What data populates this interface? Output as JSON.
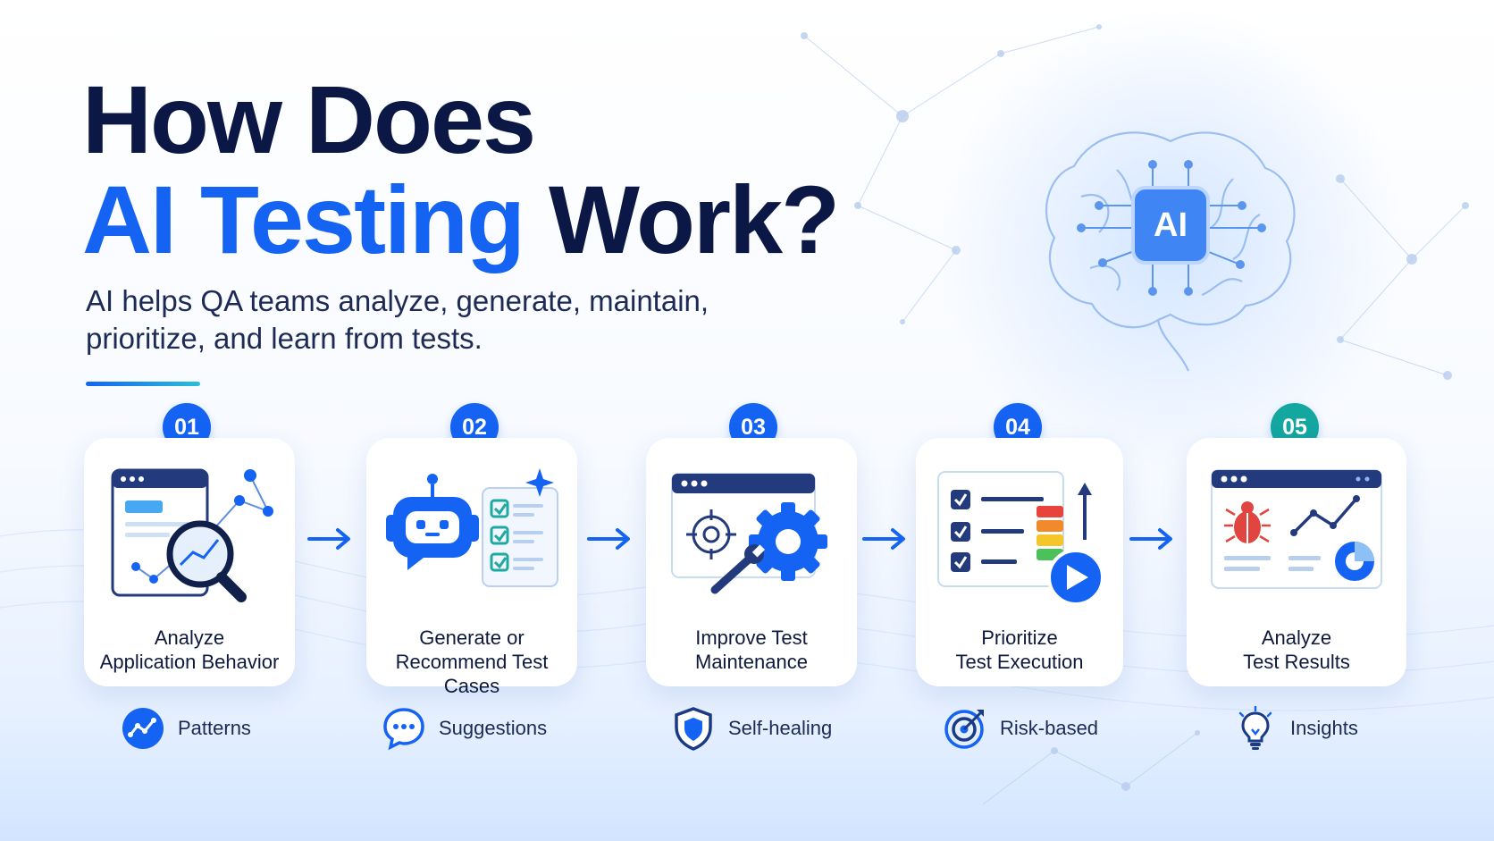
{
  "header": {
    "title_line1": "How Does",
    "title_accent": "AI Testing",
    "title_end": "Work?",
    "subtitle": "AI helps QA teams analyze, generate, maintain, prioritize, and learn from tests.",
    "chip_label": "AI"
  },
  "colors": {
    "primary": "#1463f3",
    "navy": "#0b1845",
    "teal": "#14a7a0"
  },
  "steps": [
    {
      "number": "01",
      "label": [
        "Analyze",
        "Application Behavior"
      ],
      "icon": "magnifier-graph-icon",
      "feature": {
        "label": "Patterns",
        "icon": "trend-chart-icon"
      }
    },
    {
      "number": "02",
      "label": [
        "Generate or",
        "Recommend Test Cases"
      ],
      "icon": "robot-checklist-icon",
      "feature": {
        "label": "Suggestions",
        "icon": "chat-bubble-icon"
      }
    },
    {
      "number": "03",
      "label": [
        "Improve Test",
        "Maintenance"
      ],
      "icon": "gear-wrench-icon",
      "feature": {
        "label": "Self-healing",
        "icon": "shield-icon"
      }
    },
    {
      "number": "04",
      "label": [
        "Prioritize",
        "Test Execution"
      ],
      "icon": "priority-list-icon",
      "feature": {
        "label": "Risk-based",
        "icon": "target-icon"
      }
    },
    {
      "number": "05",
      "label": [
        "Analyze",
        "Test Results"
      ],
      "icon": "bug-dashboard-icon",
      "feature": {
        "label": "Insights",
        "icon": "lightbulb-icon"
      }
    }
  ]
}
